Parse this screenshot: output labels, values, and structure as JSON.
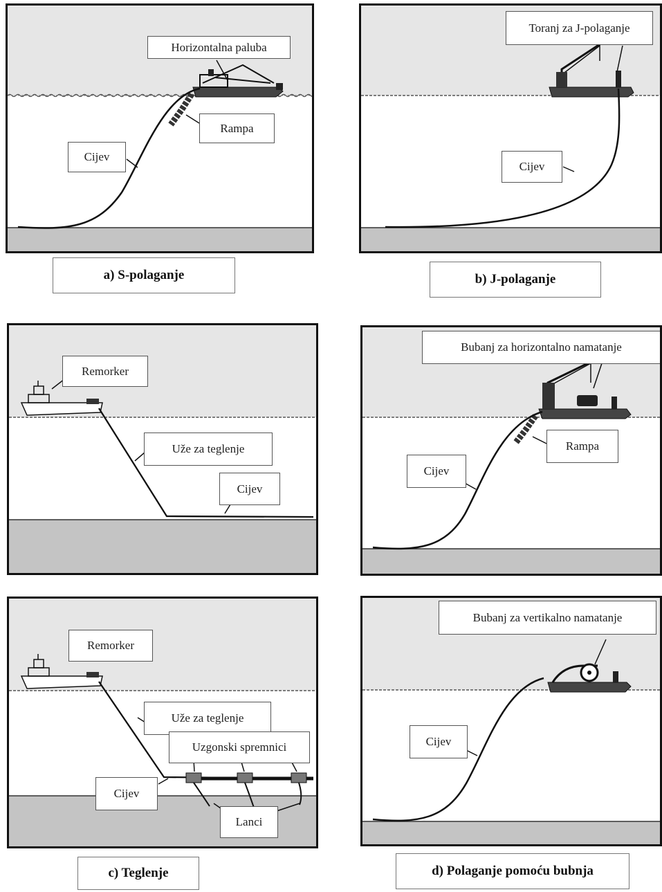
{
  "panel_a": {
    "label_deck": "Horizontalna paluba",
    "label_ramp": "Rampa",
    "label_pipe": "Cijev",
    "caption": "a)   S-polaganje"
  },
  "panel_b": {
    "label_tower": "Toranj za J-polaganje",
    "label_pipe": "Cijev",
    "caption": "b) J-polaganje"
  },
  "panel_c1": {
    "label_tug": "Remorker",
    "label_rope": "Uže za teglenje",
    "label_pipe": "Cijev"
  },
  "panel_d1": {
    "label_drum": "Bubanj za horizontalno namatanje",
    "label_ramp": "Rampa",
    "label_pipe": "Cijev"
  },
  "panel_c2": {
    "label_tug": "Remorker",
    "label_rope": "Uže za teglenje",
    "label_buoys": "Uzgonski spremnici",
    "label_pipe": "Cijev",
    "label_chains": "Lanci",
    "caption": "c) Teglenje"
  },
  "panel_d2": {
    "label_drum": "Bubanj za vertikalno namatanje",
    "label_pipe": "Cijev",
    "caption": "d) Polaganje pomoću bubnja"
  },
  "colors": {
    "sky": "#e6e6e6",
    "water": "#ffffff",
    "seabed": "#c4c4c4",
    "line": "#111111"
  }
}
